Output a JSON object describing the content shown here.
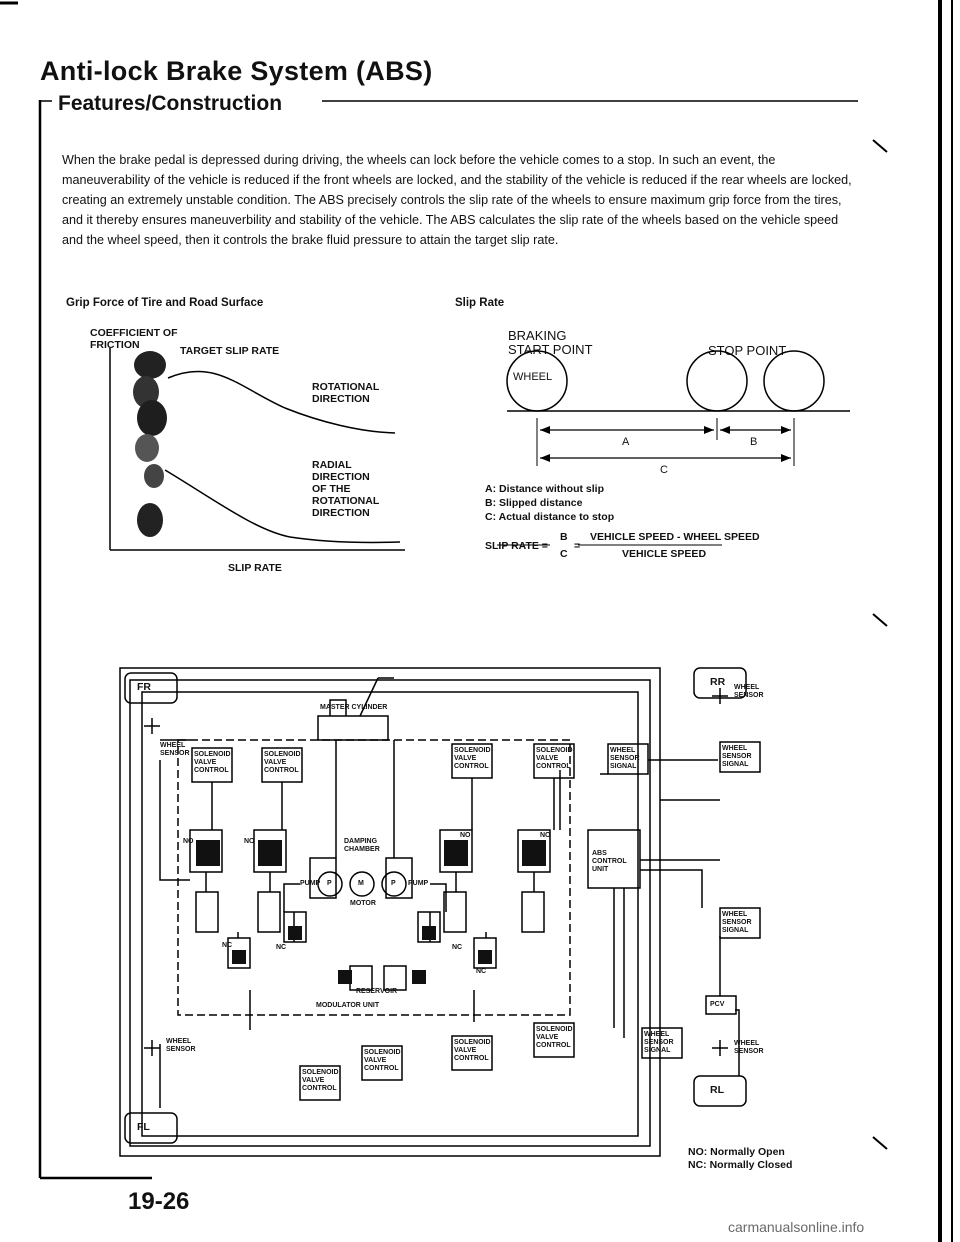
{
  "page": {
    "title": "Anti-lock Brake System (ABS)",
    "section": "Features/Construction",
    "intro_paragraph": "When the brake pedal is depressed during driving, the wheels can lock before the vehicle comes to a stop. In such an event, the maneuverability of the vehicle is reduced if the front wheels are locked, and the stability of the vehicle is reduced if the rear wheels are locked, creating an extremely unstable condition. The ABS precisely controls the slip rate of the wheels to ensure maximum grip force from the tires, and it thereby ensures maneuverbility and stability of the vehicle. The ABS calculates the slip rate of the wheels based on the vehicle speed and the wheel speed, then it controls the brake fluid pressure to attain the target slip rate.",
    "page_number": "19-26",
    "watermark": "carmanualsonline.info"
  },
  "grip_diagram": {
    "caption": "Grip Force of Tire and Road Surface",
    "y_label_1": "COEFFICIENT OF",
    "y_label_2": "FRICTION",
    "target_label": "TARGET SLIP RATE",
    "rotational_1": "ROTATIONAL",
    "rotational_2": "DIRECTION",
    "radial_1": "RADIAL",
    "radial_2": "DIRECTION",
    "radial_3": "OF THE",
    "radial_4": "ROTATIONAL",
    "radial_5": "DIRECTION",
    "x_label": "SLIP RATE"
  },
  "slip_diagram": {
    "caption": "Slip Rate",
    "braking_1": "BRAKING",
    "braking_2": "START POINT",
    "stop_point": "STOP POINT",
    "wheel": "WHEEL",
    "a": "A",
    "b": "B",
    "c": "C",
    "legend_a": "A: Distance without slip",
    "legend_b": "B: Slipped distance",
    "legend_c": "C: Actual distance to stop",
    "formula_left": "SLIP RATE =",
    "formula_num": "B",
    "formula_den": "C",
    "formula_eq": "=",
    "formula_rnum": "VEHICLE SPEED - WHEEL SPEED",
    "formula_rden": "VEHICLE SPEED"
  },
  "system_diagram": {
    "fr": "FR",
    "rr": "RR",
    "fl": "FL",
    "rl": "RL",
    "wheel_sensor": "WHEEL SENSOR",
    "wheel_sensor_signal": "WHEEL SENSOR SIGNAL",
    "solenoid_valve_control": "SOLENOID VALVE CONTROL",
    "master_cylinder": "MASTER CYLINDER",
    "damping_chamber": "DAMPING CHAMBER",
    "abs_control_unit": "ABS CONTROL UNIT",
    "pump": "PUMP",
    "motor": "MOTOR",
    "reservoir": "RESERVOIR",
    "modulator_unit": "MODULATOR UNIT",
    "pcv": "PCV",
    "no": "NO",
    "nc": "NC",
    "p": "P",
    "m": "M",
    "legend_no": "NO: Normally Open",
    "legend_nc": "NC: Normally Closed"
  }
}
